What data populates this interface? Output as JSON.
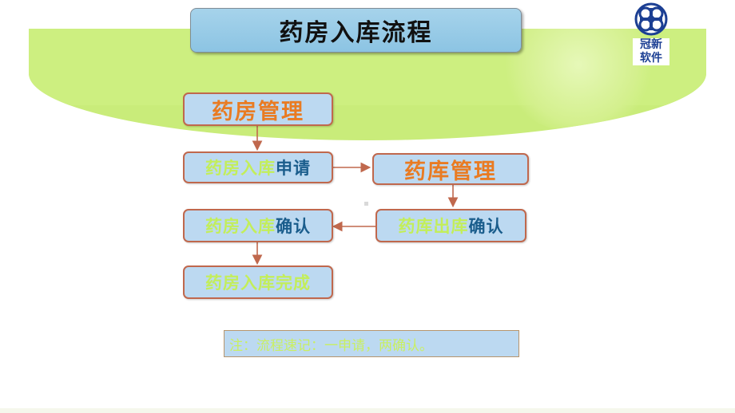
{
  "slide": {
    "title": "药房入库流程"
  },
  "logo": {
    "text_line1": "冠新",
    "text_line2": "软件"
  },
  "flow": {
    "pharmacy_mgmt": "药房管理",
    "request_prefix": "药房入库",
    "request_suffix": "申请",
    "warehouse_mgmt": "药库管理",
    "outbound_prefix": "药库出库",
    "outbound_suffix": "确认",
    "inbound_prefix": "药房入库",
    "inbound_suffix": "确认",
    "complete": "药房入库完成"
  },
  "note": "注：流程速记：一申请，两确认。",
  "colors": {
    "banner": "#c9ec7a",
    "node_fill": "#bcd9f1",
    "node_border": "#c0684d",
    "title_orange": "#e97b22",
    "text_green": "#c3ee5a",
    "text_blue": "#1a5d8c",
    "arrow": "#c0684d"
  }
}
